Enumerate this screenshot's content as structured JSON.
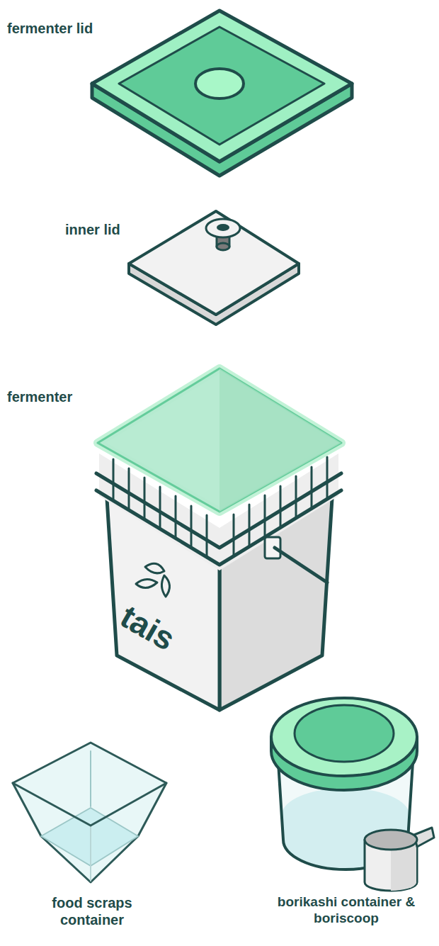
{
  "diagram": {
    "labels": [
      "fermenter lid",
      "inner lid",
      "fermenter",
      "tais",
      "food scraps container",
      "borikashi container & boriscoop"
    ]
  }
}
